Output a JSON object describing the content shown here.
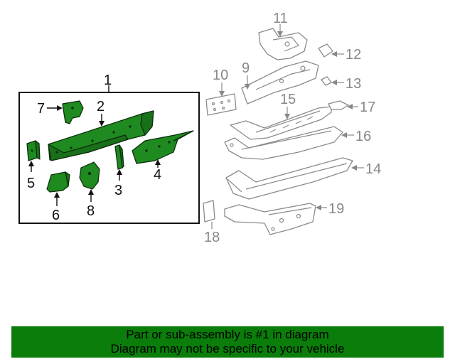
{
  "callouts": {
    "c1": "1",
    "c2": "2",
    "c3": "3",
    "c4": "4",
    "c5": "5",
    "c6": "6",
    "c7": "7",
    "c8": "8",
    "c9": "9",
    "c10": "10",
    "c11": "11",
    "c12": "12",
    "c13": "13",
    "c14": "14",
    "c15": "15",
    "c16": "16",
    "c17": "17",
    "c18": "18",
    "c19": "19"
  },
  "colors": {
    "highlight": "#1f8a1f",
    "banner": "#0a7d0a",
    "unhighlighted": "#8a8a8a"
  },
  "footer": {
    "line1": "Part or sub-assembly is #1 in diagram",
    "line2": "Diagram may not be specific to your vehicle"
  }
}
